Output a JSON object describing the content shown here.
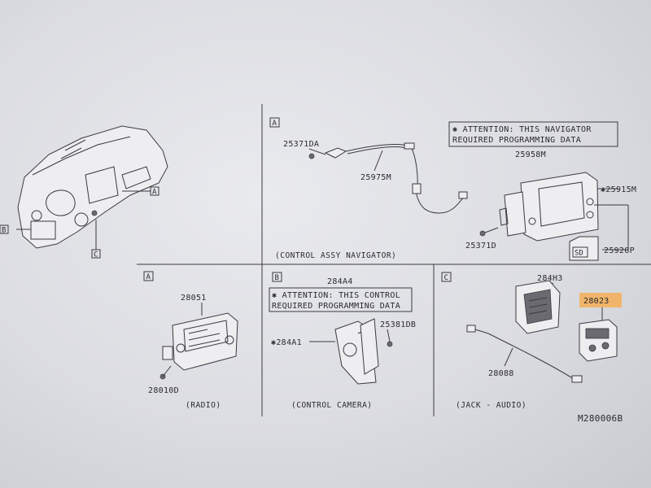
{
  "overview": {
    "callout_a": "A",
    "callout_b": "B",
    "callout_c": "C"
  },
  "navigator": {
    "tag": "A",
    "attention_line1": "✱ ATTENTION: THIS NAVIGATOR",
    "attention_line2": "REQUIRED PROGRAMMING DATA",
    "parts": {
      "p25371DA": "25371DA",
      "p25975M": "25975M",
      "p25958M": "25958M",
      "p25915M": "✱25915M",
      "p25371D": "25371D",
      "p25920P": "25920P",
      "sd": "SD"
    },
    "caption": "(CONTROL ASSY NAVIGATOR)"
  },
  "radio": {
    "tag": "A",
    "parts": {
      "p28051": "28051",
      "p28010D": "28010D"
    },
    "caption": "(RADIO)"
  },
  "camera": {
    "tag": "B",
    "header_part": "284A4",
    "attention_line1": "✱ ATTENTION: THIS CONTROL",
    "attention_line2": "REQUIRED PROGRAMMING DATA",
    "parts": {
      "p25381DB": "25381DB",
      "p284A1": "✱284A1"
    },
    "caption": "(CONTROL CAMERA)"
  },
  "jack": {
    "tag": "C",
    "parts": {
      "p284H3": "284H3",
      "p28023": "28023",
      "p28088": "28088"
    },
    "caption": "(JACK - AUDIO)",
    "highlight_color": "#f0b56a"
  },
  "footer": {
    "drawing_no": "M280006B"
  }
}
